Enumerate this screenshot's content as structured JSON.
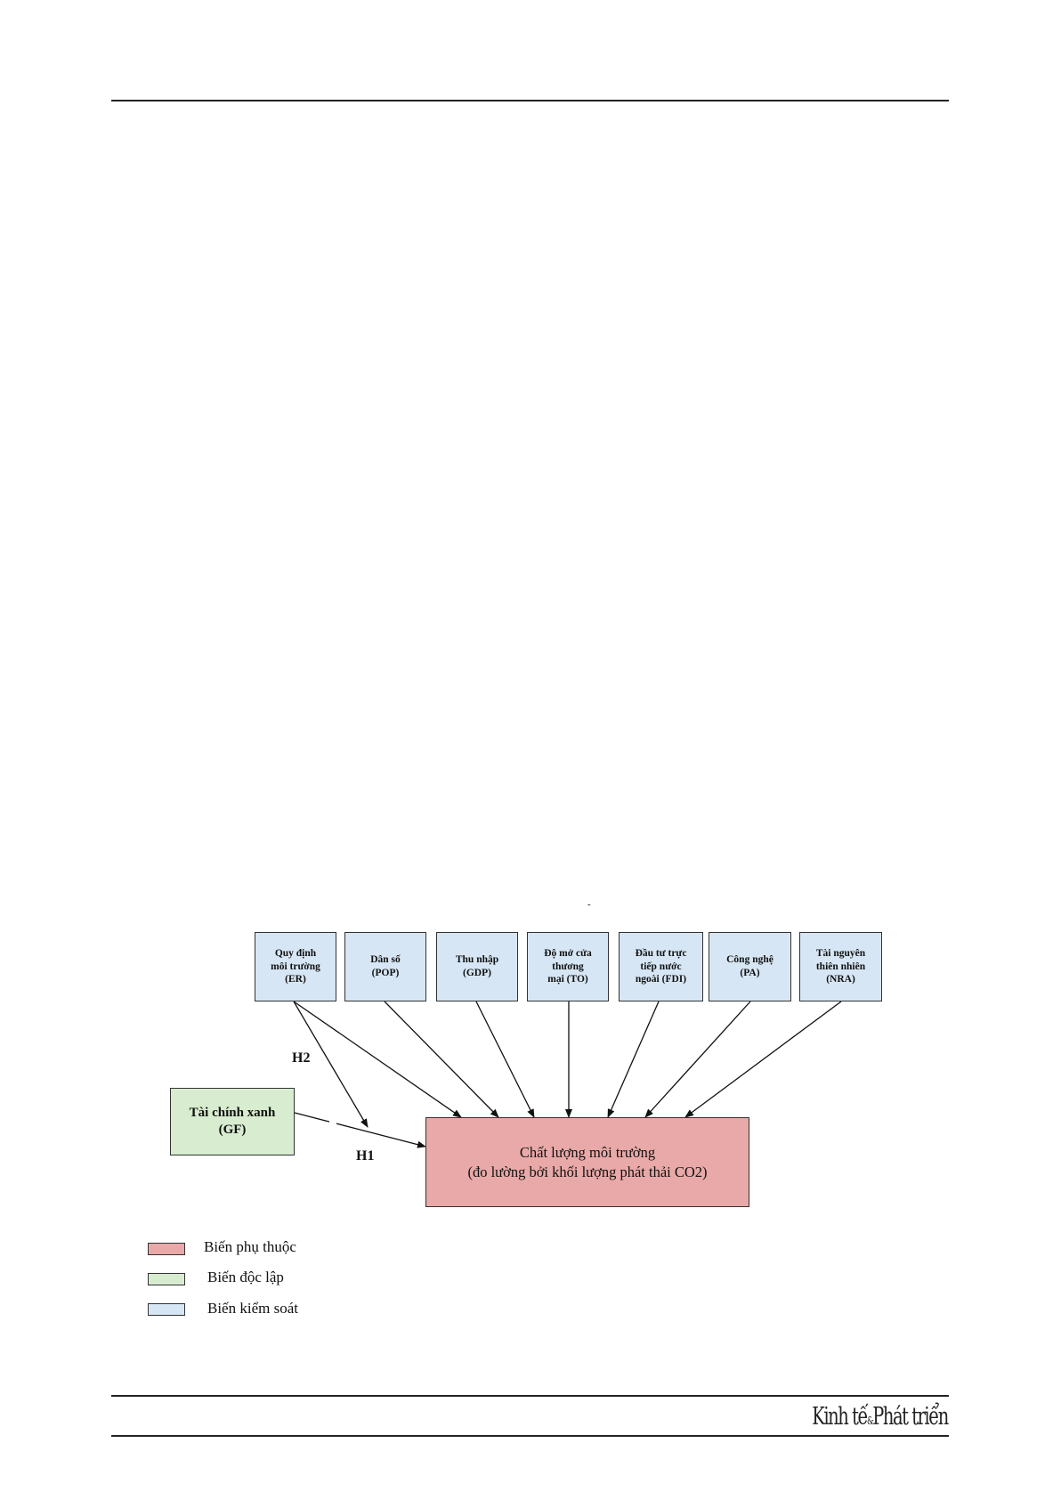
{
  "diagram": {
    "control_boxes": [
      {
        "label": "Quy định\nmôi trường\n(ER)"
      },
      {
        "label": "Dân số\n(POP)"
      },
      {
        "label": "Thu nhập\n(GDP)"
      },
      {
        "label": "Độ mở cửa\nthương\nmại (TO)"
      },
      {
        "label": "Đầu tư trực\ntiếp nước\nngoài (FDI)"
      },
      {
        "label": "Công nghệ\n(PA)"
      },
      {
        "label": "Tài nguyên\nthiên nhiên\n(NRA)"
      }
    ],
    "independent_box": {
      "label": "Tài chính xanh\n(GF)"
    },
    "dependent_box": {
      "label": "Chất lượng môi trường\n(đo lường bởi khối lượng phát thải CO2)"
    },
    "hypotheses": {
      "h1": "H1",
      "h2": "H2"
    },
    "stray_mark": "-"
  },
  "legend": {
    "items": [
      {
        "label": "Biến phụ thuộc",
        "color": "#e8a9a8"
      },
      {
        "label": "Biến độc lập",
        "color": "#d8ecd0"
      },
      {
        "label": "Biến kiểm soát",
        "color": "#d6e6f4"
      }
    ]
  },
  "footer": {
    "brand_left": "Kinh tế",
    "brand_amp": "&",
    "brand_right": "Phát triển"
  },
  "colors": {
    "dependent": "#e8a9a8",
    "independent": "#d8ecd0",
    "control": "#d6e6f4"
  }
}
